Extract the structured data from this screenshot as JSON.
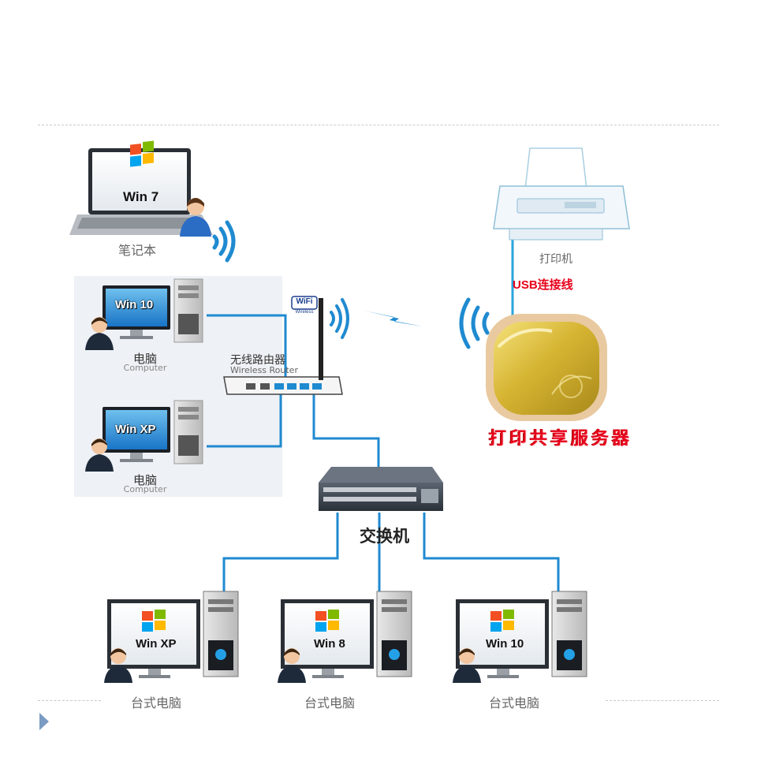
{
  "laptop": {
    "os": "Win 7",
    "label": "笔记本"
  },
  "computers": [
    {
      "os": "Win 10",
      "label": "电脑",
      "sublabel": "Computer"
    },
    {
      "os": "Win XP",
      "label": "电脑",
      "sublabel": "Computer"
    }
  ],
  "router": {
    "label": "无线路由器",
    "sublabel": "Wireless Router",
    "wifi_badge": "WiFi",
    "wifi_sub": "Wireless"
  },
  "printer": {
    "label": "打印机"
  },
  "usb": {
    "label": "USB连接线"
  },
  "server": {
    "label": "打印共享服务器"
  },
  "switch": {
    "label": "交换机"
  },
  "desktops": [
    {
      "os": "Win XP",
      "label": "台式电脑"
    },
    {
      "os": "Win 8",
      "label": "台式电脑"
    },
    {
      "os": "Win 10",
      "label": "台式电脑"
    }
  ],
  "colors": {
    "cable": "#1f8ad0",
    "accent_red": "#e8001a",
    "server_gold": "#d6b432"
  }
}
